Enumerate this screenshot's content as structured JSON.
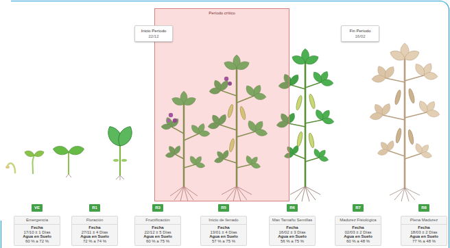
{
  "diagram": {
    "nodes": [
      {
        "text": [
          "Período crítico"
        ]
      },
      {
        "text": [
          "Inicio Período",
          "22/12"
        ]
      },
      {
        "text": [
          "Fin Período",
          "16/02"
        ]
      },
      {
        "text": [
          "VE"
        ]
      },
      {
        "text": [
          "R1"
        ]
      },
      {
        "text": [
          "R3"
        ]
      },
      {
        "text": [
          "R5"
        ]
      },
      {
        "text": [
          "R6"
        ]
      },
      {
        "text": [
          "R7"
        ]
      },
      {
        "text": [
          "R8"
        ]
      },
      {
        "text": [
          "Emergencia",
          "Fecha",
          "17/10 ± 1 Días",
          "Agua en Suelo",
          "60 % a 72 %"
        ]
      },
      {
        "text": [
          "Floración",
          "Fecha",
          "27/11 ± 4 Días",
          "Agua en Suelo",
          "72 % a 74 %"
        ]
      },
      {
        "text": [
          "Fructificación",
          "Fecha",
          "22/12 ± 5 Días",
          "Agua en Suelo",
          "60 % a 75 %"
        ]
      },
      {
        "text": [
          "Inicio de llenado",
          "Fecha",
          "13/01 ± 4 Días",
          "Agua en Suelo",
          "57 % a 75 %"
        ]
      },
      {
        "text": [
          "Max Tamaño Semillas",
          "Fecha",
          "16/02 ± 3 Días",
          "Agua en Suelo",
          "56 % a 75 %"
        ]
      },
      {
        "text": [
          "Madurez Fisiológica",
          "Fecha",
          "02/03 ± 2 Días",
          "Agua en Suelo",
          "60 % a 48 %"
        ]
      },
      {
        "text": [
          "Plena Madurez",
          "Fecha",
          "18/03 ± 2 Días",
          "Agua en Suelo",
          "77 % a 48 %"
        ]
      }
    ]
  }
}
